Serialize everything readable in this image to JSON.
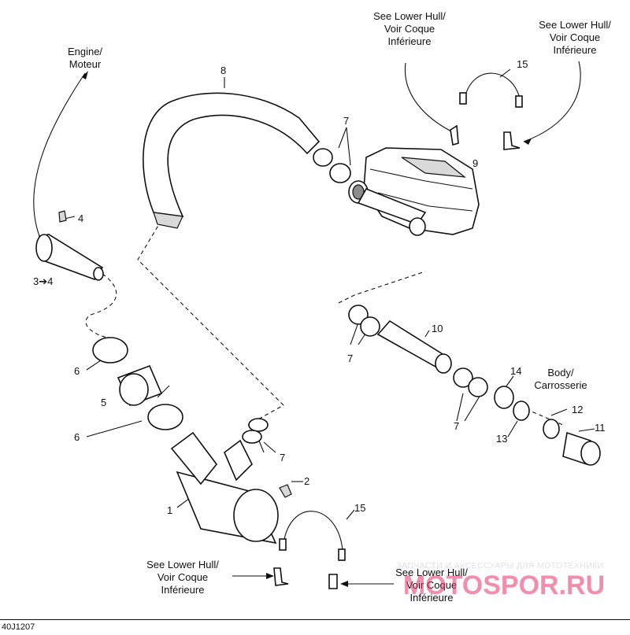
{
  "labels": {
    "engine": [
      "Engine/",
      "Moteur"
    ],
    "lower_hull_top_left": [
      "See Lower Hull/",
      "Voir Coque",
      "Inférieure"
    ],
    "lower_hull_top_right": [
      "See Lower Hull/",
      "Voir Coque",
      "Inférieure"
    ],
    "lower_hull_bottom_left": [
      "See Lower Hull/",
      "Voir Coque",
      "Inférieure"
    ],
    "lower_hull_bottom_right": [
      "See Lower Hull/",
      "Voir Coque",
      "Inférieure"
    ],
    "body": [
      "Body/",
      "Carrosserie"
    ],
    "three_to_four": "3➔4"
  },
  "callouts": [
    "1",
    "2",
    "4",
    "5",
    "6",
    "6",
    "7",
    "7",
    "7",
    "7",
    "8",
    "9",
    "10",
    "11",
    "12",
    "13",
    "14",
    "15",
    "15"
  ],
  "figure_code": "40J1207",
  "watermark": {
    "tagline": "ЗАПЧАСТИ И АКСЕССУАРЫ ДЛЯ МОТОТЕХНИКИ",
    "brand": "MOTOSPOR.RU",
    "color": "#e8326a"
  }
}
